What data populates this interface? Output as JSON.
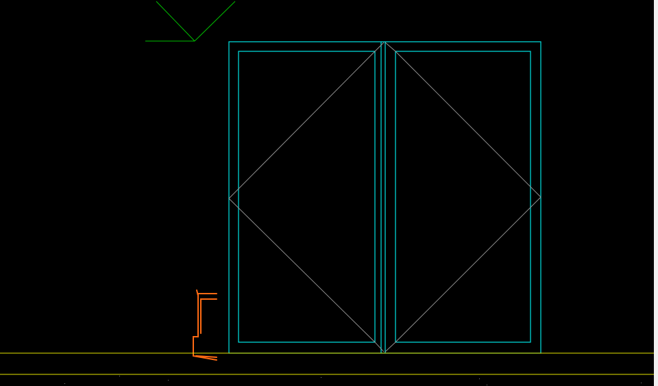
{
  "canvas": {
    "background": "#000000",
    "scroll_strip_color": "#f0f0f0"
  },
  "layers": {
    "window_frame_color": "#00e5e5",
    "opening_lines_color": "#9a9a9a",
    "floor_line_color": "#e6e600",
    "annotation_color": "#00c000",
    "detail_color": "#ff6a13"
  },
  "drawing": {
    "element_type": "double-casement-window-elevation",
    "sash_count": 2,
    "opening_indicators": "diamond"
  }
}
